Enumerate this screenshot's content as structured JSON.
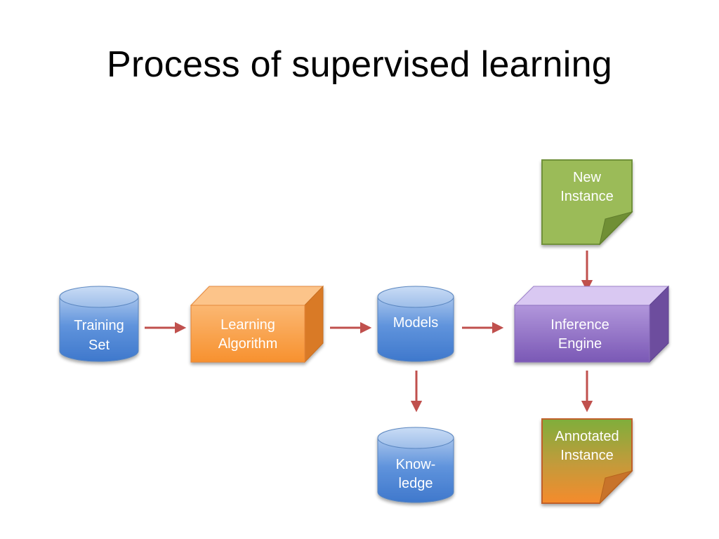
{
  "title": "Process of supervised learning",
  "colors": {
    "arrow": "#c0504d",
    "database_blue": "#4f81bd",
    "learning_orange": "#f79646",
    "inference_purple": "#8064a2",
    "note_green": "#9bbb59"
  },
  "nodes": {
    "training_set": {
      "line1": "Training",
      "line2": "Set"
    },
    "learning_algorithm": {
      "line1": "Learning",
      "line2": "Algorithm"
    },
    "models": {
      "line1": "Models"
    },
    "inference_engine": {
      "line1": "Inference",
      "line2": "Engine"
    },
    "new_instance": {
      "line1": "New",
      "line2": "Instance"
    },
    "annotated_instance": {
      "line1": "Annotated",
      "line2": "Instance"
    },
    "knowledge": {
      "line1": "Know-",
      "line2": "ledge"
    }
  },
  "edges": [
    {
      "from": "training_set",
      "to": "learning_algorithm"
    },
    {
      "from": "learning_algorithm",
      "to": "models"
    },
    {
      "from": "models",
      "to": "inference_engine"
    },
    {
      "from": "new_instance",
      "to": "inference_engine"
    },
    {
      "from": "inference_engine",
      "to": "annotated_instance"
    },
    {
      "from": "models",
      "to": "knowledge"
    }
  ]
}
